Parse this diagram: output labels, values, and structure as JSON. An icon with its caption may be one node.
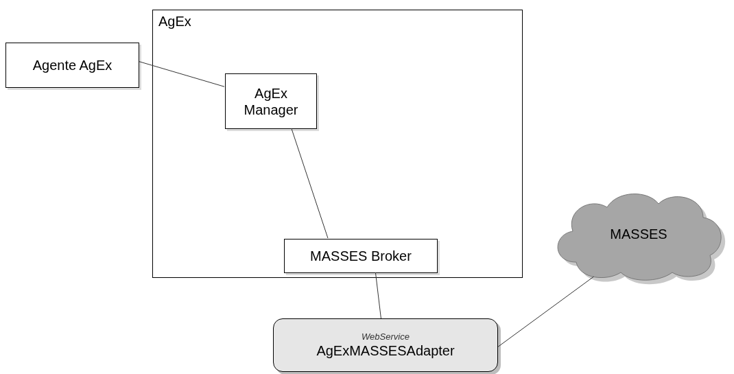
{
  "diagram": {
    "nodes": [
      {
        "text": [
          "AgEx"
        ]
      },
      {
        "text": [
          "Agente AgEx"
        ]
      },
      {
        "text": [
          "AgEx Manager"
        ],
        "in": 0
      },
      {
        "text": [
          "MASSES Broker"
        ],
        "in": 0
      },
      {
        "text": [
          "WebService",
          "AgExMASSESAdapter"
        ]
      },
      {
        "text": [
          "MASSES"
        ]
      }
    ],
    "edges": [
      {
        "from": 1,
        "to": 2,
        "arrow": "none"
      },
      {
        "from": 2,
        "to": 3,
        "arrow": "none"
      },
      {
        "from": 3,
        "to": 4,
        "arrow": "none"
      },
      {
        "from": 4,
        "to": 5,
        "arrow": "none"
      }
    ]
  }
}
